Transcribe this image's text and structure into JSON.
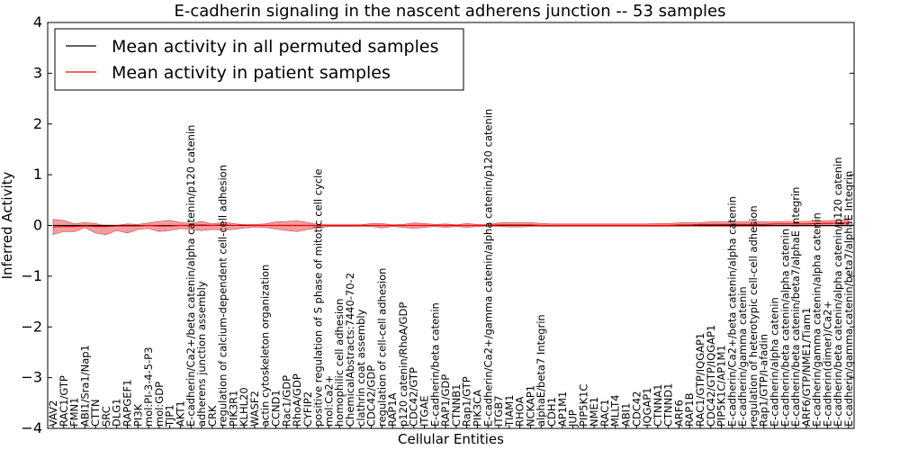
{
  "chart_data": {
    "type": "line",
    "title": "E-cadherin signaling in the nascent adherens junction -- 53 samples",
    "xlabel": "Cellular Entities",
    "ylabel": "Inferred Activity",
    "ylim": [
      -4,
      4
    ],
    "yticks": [
      "−4",
      "−3",
      "−2",
      "−1",
      "0",
      "1",
      "2",
      "3",
      "4"
    ],
    "legend_position": "top-left",
    "categories": [
      "VAV2",
      "RAC1/GTP",
      "FMN1",
      "ABI1/Sra1/Nap1",
      "CTTN",
      "SRC",
      "DLG1",
      "RAPGEF1",
      "PI3K",
      "mol:PI-3-4-5-P3",
      "mol:GDP",
      "TJP1",
      "AKT1",
      "E-cadherin/Ca2+/beta catenin/alpha catenin/p120 catenin",
      "adherens junction assembly",
      "CRK",
      "regulation of calcium-dependent cell-cell adhesion",
      "PIK3R1",
      "KLHL20",
      "WASF2",
      "actin cytoskeleton organization",
      "CCND1",
      "Rac1/GDP",
      "RhoA/GDP",
      "CYFIP2",
      "positive regulation of S phase of mitotic cell cycle",
      "mol:Ca2+",
      "homophilic cell adhesion",
      "ChemicalAbstracts:7440-70-2",
      "clathrin coat assembly",
      "CDC42/GDP",
      "regulation of cell-cell adhesion",
      "RAP1A",
      "p120 catenin/RhoA/GDP",
      "CDC42/GTP",
      "ITGAE",
      "E-cadherin/beta catenin",
      "RAP1/GDP",
      "CTNNB1",
      "Rap1/GTP",
      "PIK3CA",
      "E-cadherin/Ca2+/gamma catenin/alpha catenin/p120 catenin",
      "ITGB7",
      "TIAM1",
      "RHOA",
      "NCKAP1",
      "alphaE/beta7 Integrin",
      "CDH1",
      "AP1M1",
      "JUP",
      "PIP5K1C",
      "NME1",
      "RAC1",
      "MLLT4",
      "ABI1",
      "CDC42",
      "IQGAP1",
      "CTNNA1",
      "CTNND1",
      "ARF6",
      "RAP1B",
      "RAC1/GTP/IQGAP1",
      "CDC42/GTP/IQGAP1",
      "PIP5K1C/AP1M1",
      "E-cadherin/Ca2+/beta catenin/alpha catenin",
      "E-cadherin/gamma catenin",
      "regulation of heterotypic cell-cell adhesion",
      "Rap1/GTP/I-afadin",
      "E-cadherin/alpha catenin",
      "E-cadherin/beta catenin/alpha catenin",
      "E-cadherin/beta catenin/beta7/alphaE Integrin",
      "ARF6/GTP/NME1/Tiam1",
      "E-cadherin/gamma catenin/alpha catenin",
      "E-cadherin(dimer)/Ca2+",
      "E-cadherin/beta catenin/alpha catenin/p120 catenin",
      "E-cadherin/gamma catenin/beta7/alphaE Integrin"
    ],
    "series": [
      {
        "name": "Mean activity in all permuted samples",
        "color": "#000000",
        "values": [
          0,
          0,
          0,
          0,
          0,
          0,
          0,
          0,
          0,
          0,
          0,
          0,
          0,
          0,
          0,
          0,
          0,
          0,
          0,
          0,
          0,
          0,
          0,
          0,
          0,
          0,
          0,
          0,
          0,
          0,
          0,
          0,
          0,
          0,
          0,
          0,
          0,
          0,
          0,
          0,
          0,
          0,
          0,
          0,
          0,
          0,
          0,
          0,
          0,
          0,
          0,
          0,
          0,
          0,
          0,
          0,
          0,
          0,
          0,
          0,
          0,
          0,
          0,
          0,
          0,
          0,
          0,
          0,
          0,
          0,
          0,
          0,
          0,
          0,
          0,
          0
        ]
      },
      {
        "name": "Mean activity in patient samples",
        "color": "#ff0000",
        "band_color": "#e88080",
        "values": [
          -0.03,
          -0.02,
          -0.02,
          -0.01,
          -0.02,
          -0.02,
          -0.01,
          -0.01,
          -0.01,
          0.0,
          -0.01,
          -0.01,
          0.0,
          0.0,
          0.01,
          0.0,
          0.01,
          0.0,
          0.01,
          0.0,
          0.0,
          0.0,
          0.0,
          0.0,
          0.0,
          0.0,
          0.0,
          0.0,
          0.0,
          0.0,
          0.0,
          0.0,
          0.0,
          0.0,
          0.0,
          0.0,
          0.0,
          0.0,
          0.0,
          0.0,
          0.0,
          0.0,
          0.01,
          0.01,
          0.01,
          0.01,
          0.0,
          0.0,
          0.0,
          0.0,
          0.0,
          0.0,
          0.0,
          0.0,
          0.0,
          0.0,
          0.0,
          0.0,
          0.0,
          0.01,
          0.01,
          0.02,
          0.02,
          0.02,
          0.02,
          0.02,
          0.02,
          0.02,
          0.03,
          0.03,
          0.03,
          0.03,
          0.04,
          0.04,
          0.05,
          0.05
        ],
        "upper": [
          0.12,
          0.1,
          0.03,
          0.06,
          0.04,
          -0.02,
          0.0,
          0.03,
          0.02,
          0.05,
          0.08,
          0.1,
          0.06,
          0.04,
          0.08,
          0.03,
          0.06,
          0.04,
          0.01,
          0.02,
          0.03,
          0.07,
          0.08,
          0.09,
          0.06,
          0.02,
          0.01,
          0.01,
          0.01,
          0.01,
          0.04,
          0.04,
          0.01,
          0.02,
          0.05,
          0.04,
          0.02,
          0.03,
          0.01,
          0.04,
          0.02,
          0.01,
          0.05,
          0.06,
          0.06,
          0.06,
          0.04,
          0.03,
          0.03,
          0.03,
          0.03,
          0.03,
          0.03,
          0.03,
          0.03,
          0.03,
          0.03,
          0.04,
          0.04,
          0.05,
          0.06,
          0.06,
          0.07,
          0.07,
          0.07,
          0.07,
          0.08,
          0.07,
          0.07,
          0.08,
          0.08,
          0.08,
          0.09,
          0.09,
          0.11,
          0.12
        ],
        "lower": [
          -0.18,
          -0.12,
          -0.12,
          -0.04,
          -0.15,
          -0.18,
          -0.1,
          -0.15,
          -0.08,
          -0.06,
          -0.12,
          -0.1,
          -0.06,
          -0.08,
          -0.1,
          -0.08,
          -0.09,
          -0.08,
          -0.05,
          -0.03,
          -0.04,
          -0.07,
          -0.1,
          -0.12,
          -0.08,
          -0.05,
          -0.02,
          -0.02,
          -0.02,
          -0.02,
          -0.02,
          -0.05,
          -0.02,
          -0.04,
          -0.06,
          -0.04,
          -0.02,
          -0.04,
          -0.02,
          -0.04,
          -0.02,
          -0.01,
          -0.02,
          -0.03,
          -0.03,
          -0.02,
          -0.02,
          -0.02,
          -0.02,
          -0.02,
          -0.02,
          -0.02,
          -0.02,
          -0.02,
          -0.02,
          -0.02,
          -0.02,
          -0.02,
          -0.02,
          -0.02,
          -0.02,
          -0.02,
          -0.02,
          -0.02,
          -0.02,
          -0.02,
          -0.02,
          -0.02,
          -0.01,
          -0.01,
          -0.01,
          -0.01,
          -0.01,
          -0.01,
          -0.01,
          -0.01
        ]
      }
    ],
    "grid": false
  }
}
